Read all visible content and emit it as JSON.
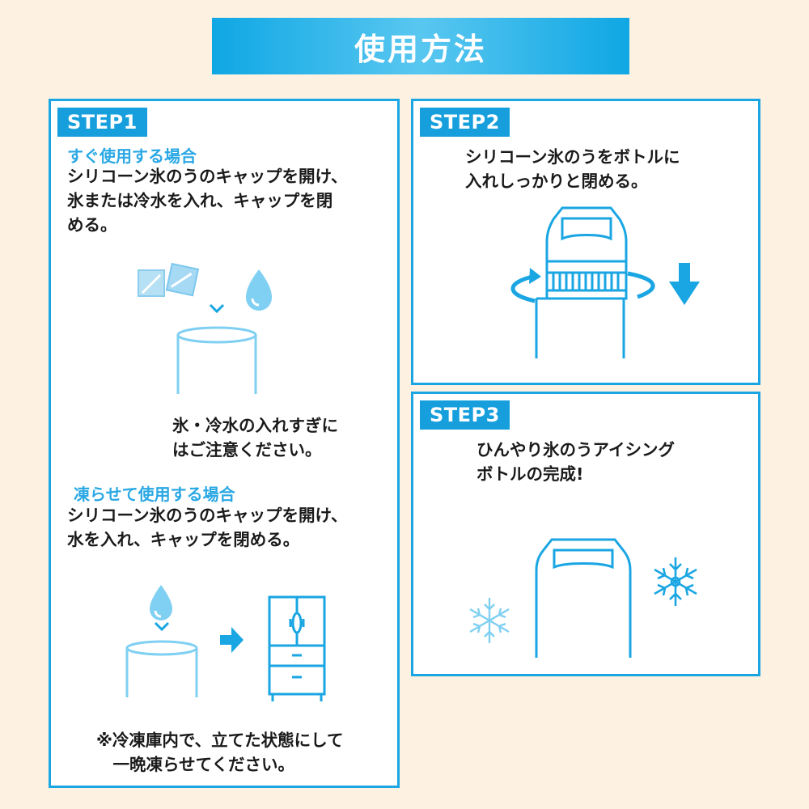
{
  "title": "使用方法",
  "step1": {
    "label": "STEP1",
    "case1_heading": "すぐ使用する場合",
    "case1_text": "シリコーン氷のうのキャップを開け、\n氷または冷水を入れ、キャップを閉\nめる。",
    "caution": "氷・冷水の入れすぎに\nはご注意ください。",
    "case2_heading": "凍らせて使用する場合",
    "case2_text": "シリコーン氷のうのキャップを開け、\n水を入れ、キャップを閉める。",
    "note": "※冷凍庫内で、立てた状態にして\n　一晩凍らせてください。"
  },
  "step2": {
    "label": "STEP2",
    "text": "シリコーン氷のうをボトルに\n入れしっかりと閉める。"
  },
  "step3": {
    "label": "STEP3",
    "text": "ひんやり氷のうアイシング\nボトルの完成!"
  },
  "colors": {
    "accent": "#1aa6e3",
    "light_blue": "#7fd0f2",
    "background": "#fdf1e2"
  },
  "icons": [
    "ice-cube-icon",
    "water-drop-icon",
    "chevron-down-icon",
    "arrow-right-icon",
    "freezer-icon",
    "rotate-arrow-icon",
    "arrow-down-icon",
    "snowflake-icon"
  ]
}
